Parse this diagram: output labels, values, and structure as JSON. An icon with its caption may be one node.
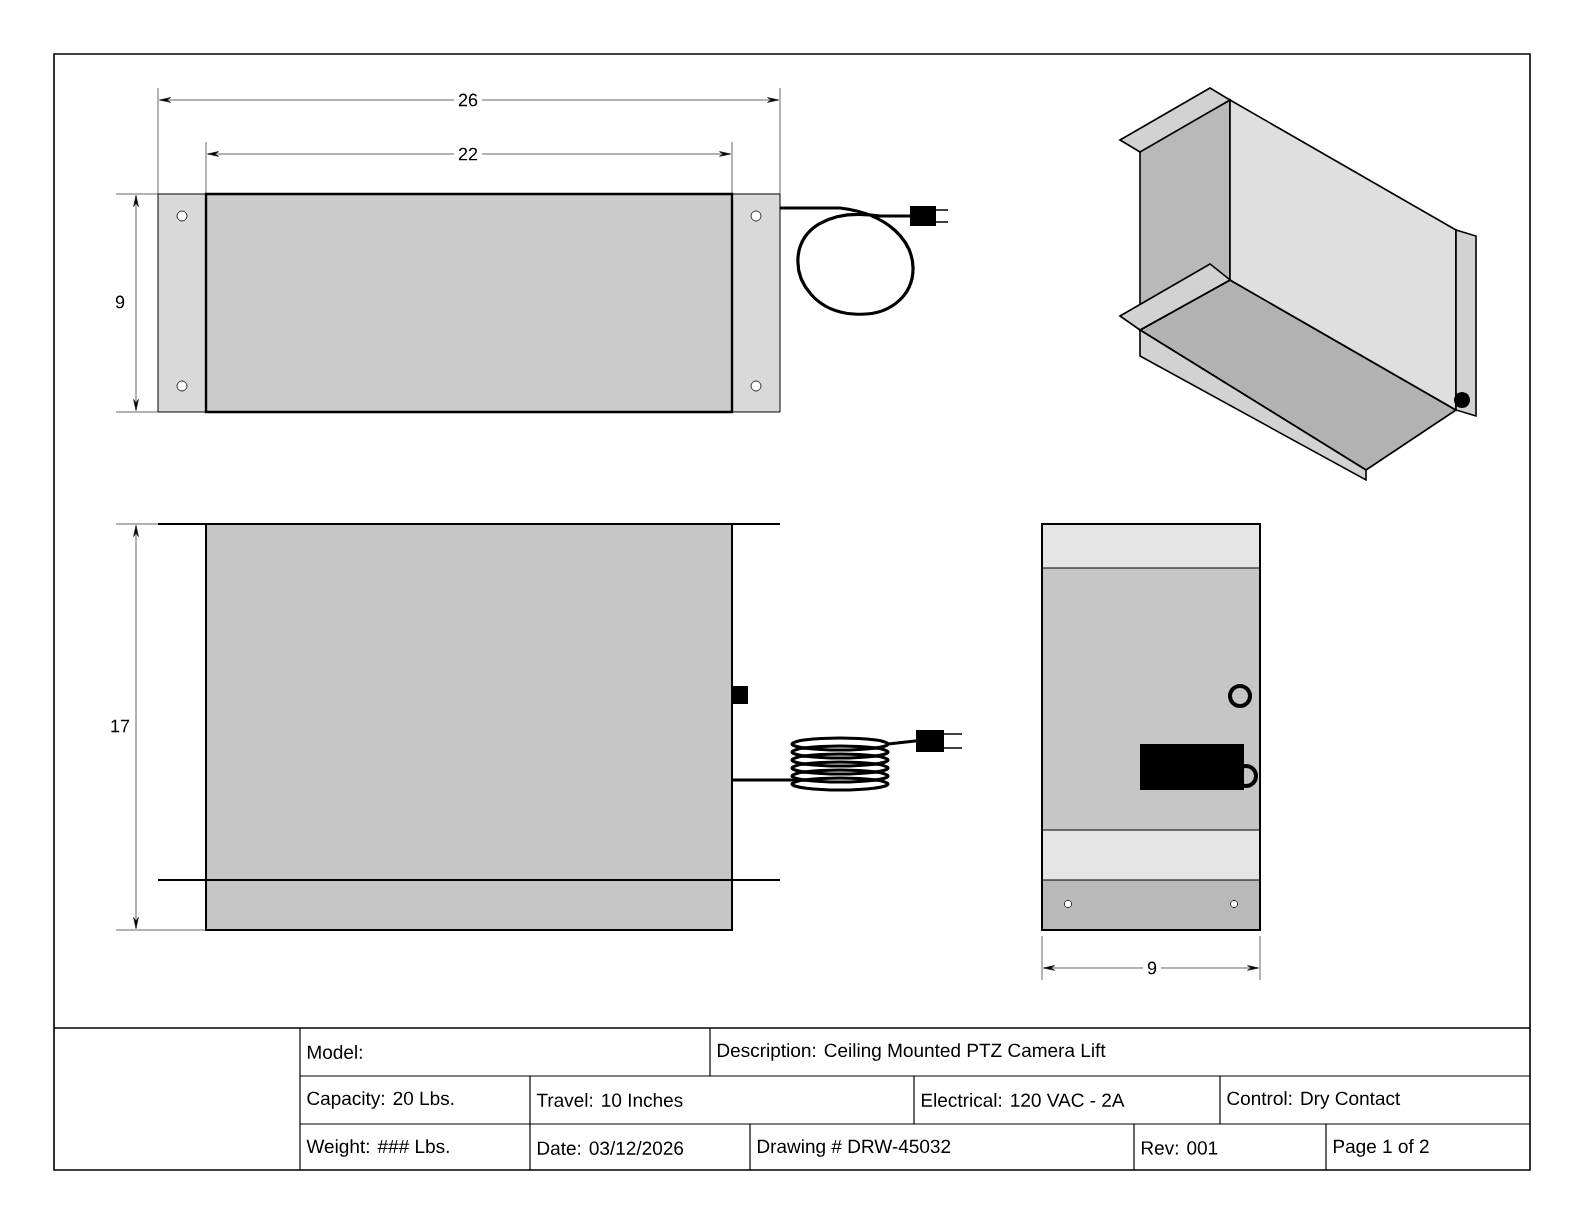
{
  "diagram": {
    "labels": [
      "26",
      "22",
      "9",
      "17",
      "9",
      "Model:",
      "Description:  Ceiling Mounted PTZ Camera Lift",
      "Capacity:  20 Lbs.",
      "Travel:  10 Inches",
      "Electrical: 120 VAC - 2A",
      "Control:  Dry Contact",
      "Weight: ### Lbs.",
      "Date: 03/12/2026",
      "Drawing #   DRW-45032",
      "Rev:  001",
      "Page  1  of  2"
    ]
  }
}
